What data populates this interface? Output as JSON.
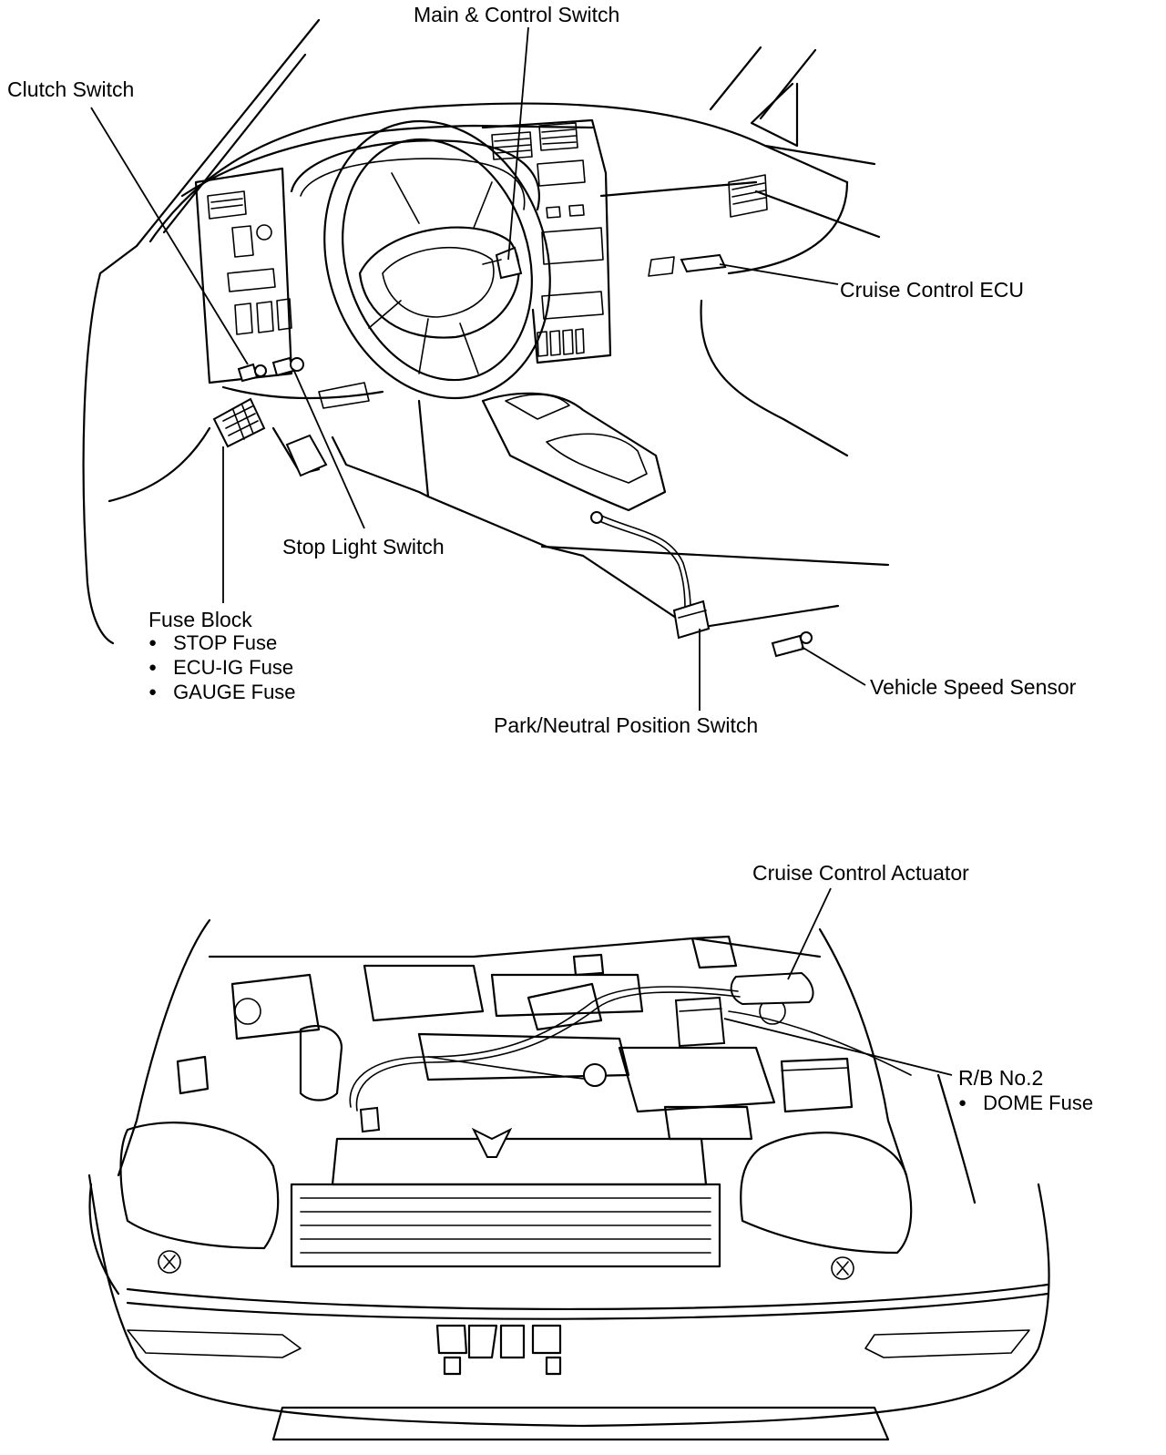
{
  "interior": {
    "main_control_switch": "Main & Control Switch",
    "clutch_switch": "Clutch Switch",
    "cruise_control_ecu": "Cruise Control ECU",
    "stop_light_switch": "Stop Light Switch",
    "fuse_block": {
      "title": "Fuse Block",
      "items": [
        "STOP Fuse",
        "ECU-IG Fuse",
        "GAUGE Fuse"
      ]
    },
    "vehicle_speed_sensor": "Vehicle Speed Sensor",
    "park_neutral_switch": "Park/Neutral Position Switch"
  },
  "engine_bay": {
    "cruise_control_actuator": "Cruise Control Actuator",
    "relay_block": {
      "title": "R/B No.2",
      "items": [
        "DOME Fuse"
      ]
    }
  }
}
